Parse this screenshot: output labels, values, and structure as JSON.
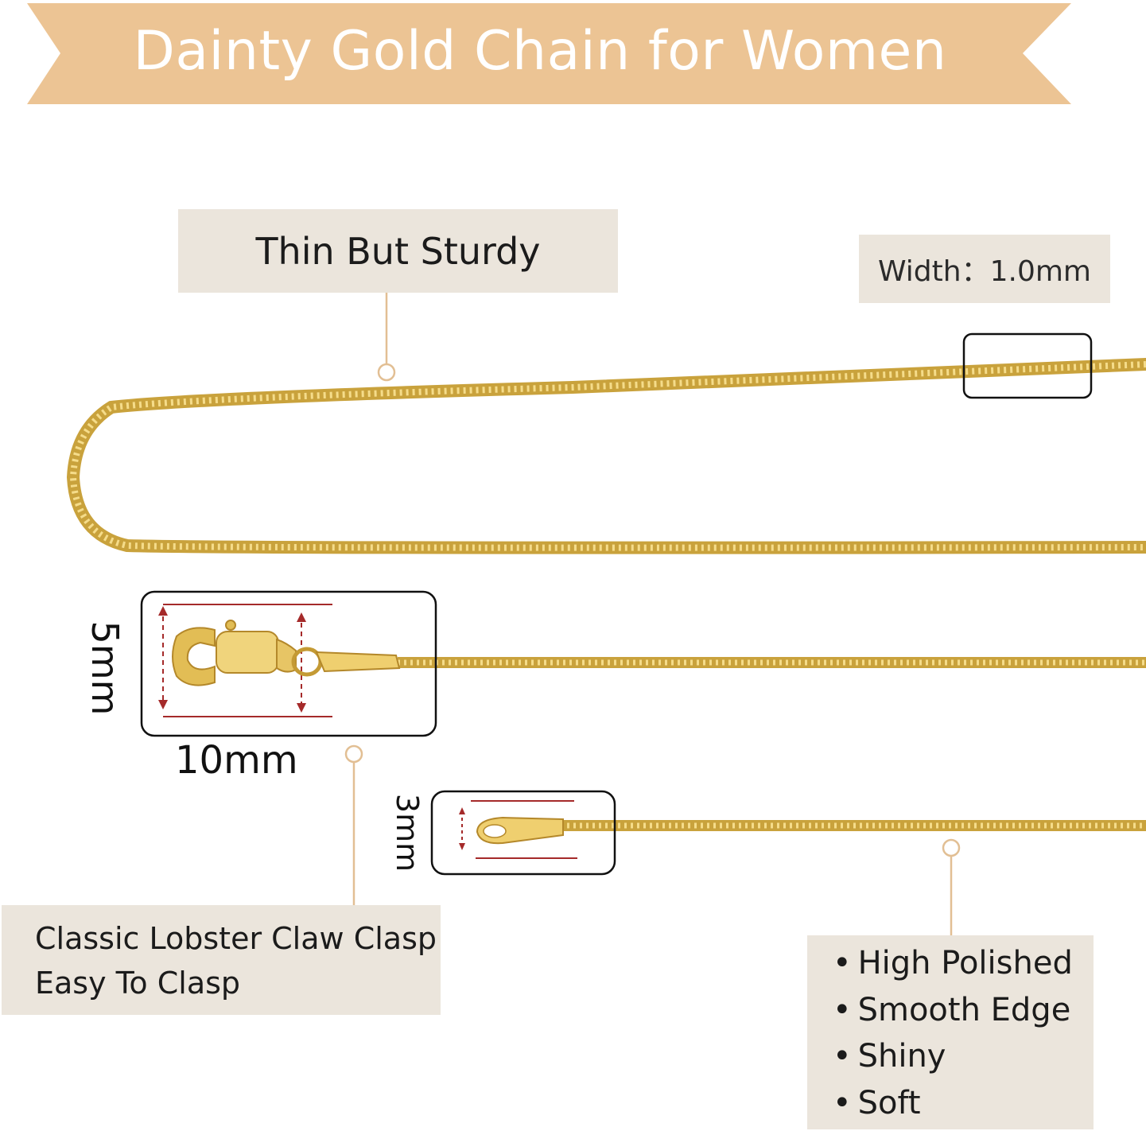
{
  "banner": {
    "title": "Dainty Gold Chain for Women"
  },
  "labels": {
    "thin": "Thin But Sturdy",
    "width": "Width：1.0mm",
    "clasp_line1": "Classic Lobster Claw Clasp",
    "clasp_line2": "Easy To Clasp",
    "clasp_length": "10mm",
    "clasp_height": "5mm",
    "end_height": "3mm"
  },
  "features": [
    "High Polished",
    "Smooth Edge",
    "Shiny",
    "Soft"
  ],
  "colors": {
    "banner": "#ecc494",
    "box": "#ebe5dc",
    "gold": "#d9b24a",
    "callout_line": "#e2bf94",
    "dimension_marker": "#a52a2a"
  },
  "icons": [
    "lobster-clasp-icon",
    "end-cap-icon"
  ]
}
